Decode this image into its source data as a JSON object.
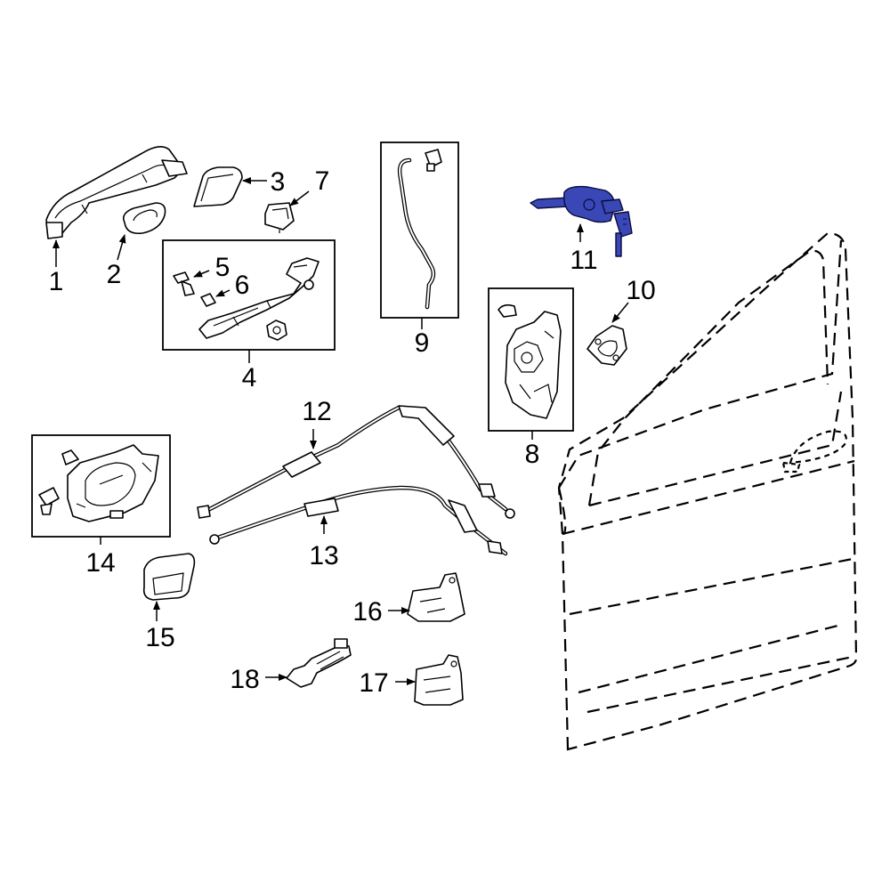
{
  "diagram": {
    "highlight_color": "#3a47b6",
    "callouts": {
      "c1": "1",
      "c2": "2",
      "c3": "3",
      "c4": "4",
      "c5": "5",
      "c6": "6",
      "c7": "7",
      "c8": "8",
      "c9": "9",
      "c10": "10",
      "c11": "11",
      "c12": "12",
      "c13": "13",
      "c14": "14",
      "c15": "15",
      "c16": "16",
      "c17": "17",
      "c18": "18"
    }
  }
}
